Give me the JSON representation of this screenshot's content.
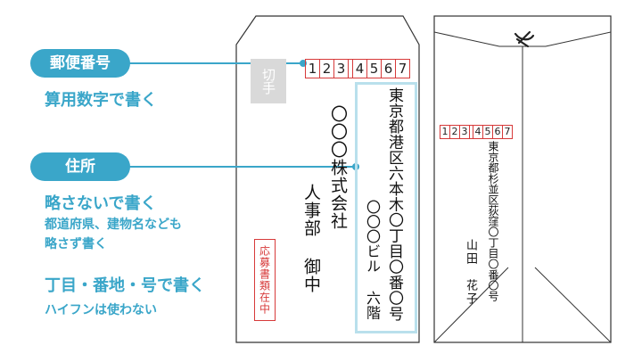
{
  "labels": {
    "postal_tag": "郵便番号",
    "postal_note": "算用数字で書く",
    "address_tag": "住所",
    "address_note1": "略さないで書く",
    "address_note2": "都道府県、建物名なども",
    "address_note3": "略さず書く",
    "address_note4": "丁目・番地・号で書く",
    "address_note5": "ハイフンは使わない"
  },
  "front": {
    "stamp": "切手",
    "postal_digits_a": [
      "1",
      "2",
      "3"
    ],
    "postal_digits_b": [
      "4",
      "5",
      "6",
      "7"
    ],
    "address_line1": "東京都港区六本木〇丁目〇番〇号",
    "address_line2": "〇〇〇ビル 六階",
    "recipient_company": "〇〇〇株式会社",
    "recipient_dept": "人事部 御中",
    "application_docs": "応募書類在中"
  },
  "back": {
    "postal_digits_a": [
      "1",
      "2",
      "3"
    ],
    "postal_digits_b": [
      "4",
      "5",
      "6",
      "7"
    ],
    "address": "東京都杉並区荻窪〇丁目〇番〇号",
    "name": "山田　花子"
  },
  "colors": {
    "accent": "#3aa6c9",
    "red": "#d73a3a",
    "box": "#b9e0ec"
  }
}
